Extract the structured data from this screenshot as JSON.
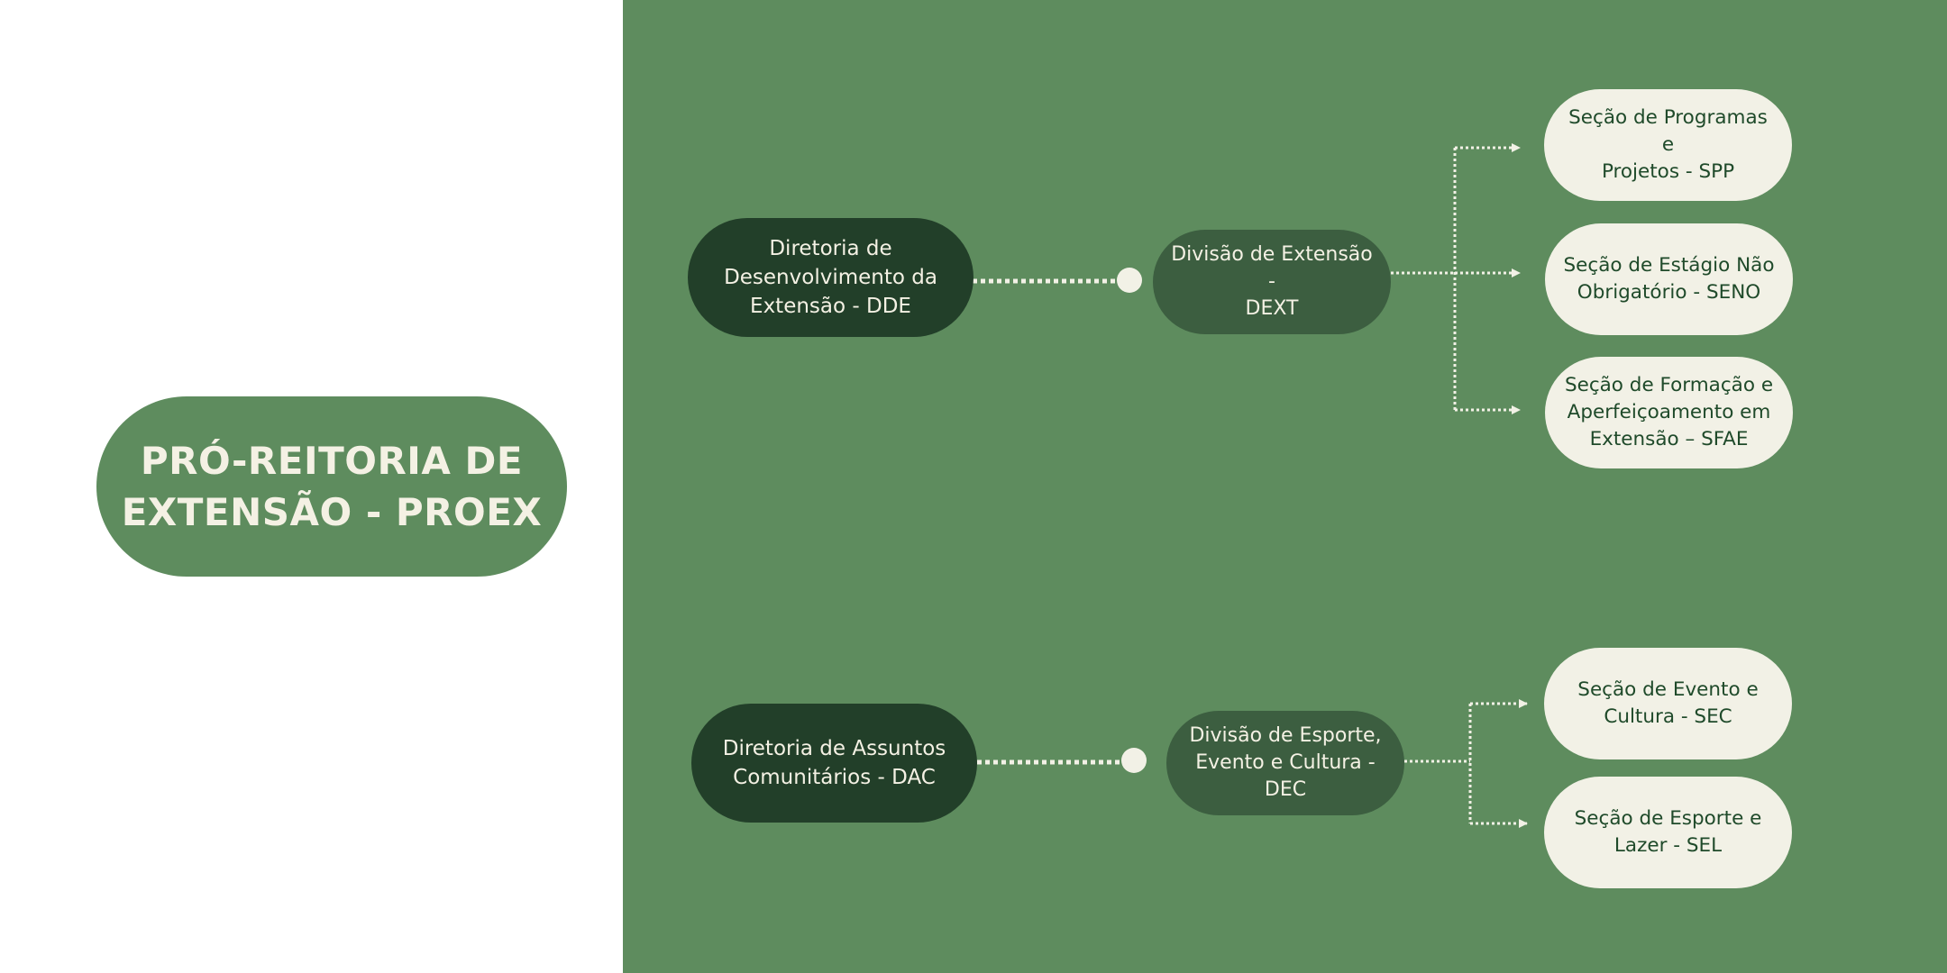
{
  "colors": {
    "panel_green": "#5e8c5e",
    "root_fill": "#5e8c5e",
    "root_text": "#f4f1e4",
    "director_fill": "#223f29",
    "division_fill": "#3c5e40",
    "node_light_text": "#f4f1e4",
    "section_fill": "#f2f1e6",
    "section_text": "#1f4a2a",
    "connector": "#f2f1e6",
    "white": "#ffffff"
  },
  "icons": {
    "connector_dot": "circle",
    "arrow_head": "triangle-right"
  },
  "root": {
    "line1": "PRÓ-REITORIA DE",
    "line2": "EXTENSÃO - PROEX"
  },
  "branches": [
    {
      "director": {
        "lines": [
          "Diretoria de",
          "Desenvolvimento da",
          "Extensão - DDE"
        ]
      },
      "division": {
        "lines": [
          "Divisão de Extensão -",
          "DEXT"
        ]
      },
      "sections": [
        {
          "lines": [
            "Seção de Programas e",
            "Projetos - SPP"
          ]
        },
        {
          "lines": [
            "Seção de Estágio Não",
            "Obrigatório - SENO"
          ]
        },
        {
          "lines": [
            "Seção de Formação e",
            "Aperfeiçoamento em",
            "Extensão – SFAE"
          ]
        }
      ]
    },
    {
      "director": {
        "lines": [
          "Diretoria de Assuntos",
          "Comunitários - DAC"
        ]
      },
      "division": {
        "lines": [
          "Divisão de Esporte,",
          "Evento e Cultura -",
          "DEC"
        ]
      },
      "sections": [
        {
          "lines": [
            "Seção de Evento e",
            "Cultura - SEC"
          ]
        },
        {
          "lines": [
            "Seção de Esporte e",
            "Lazer - SEL"
          ]
        }
      ]
    }
  ]
}
